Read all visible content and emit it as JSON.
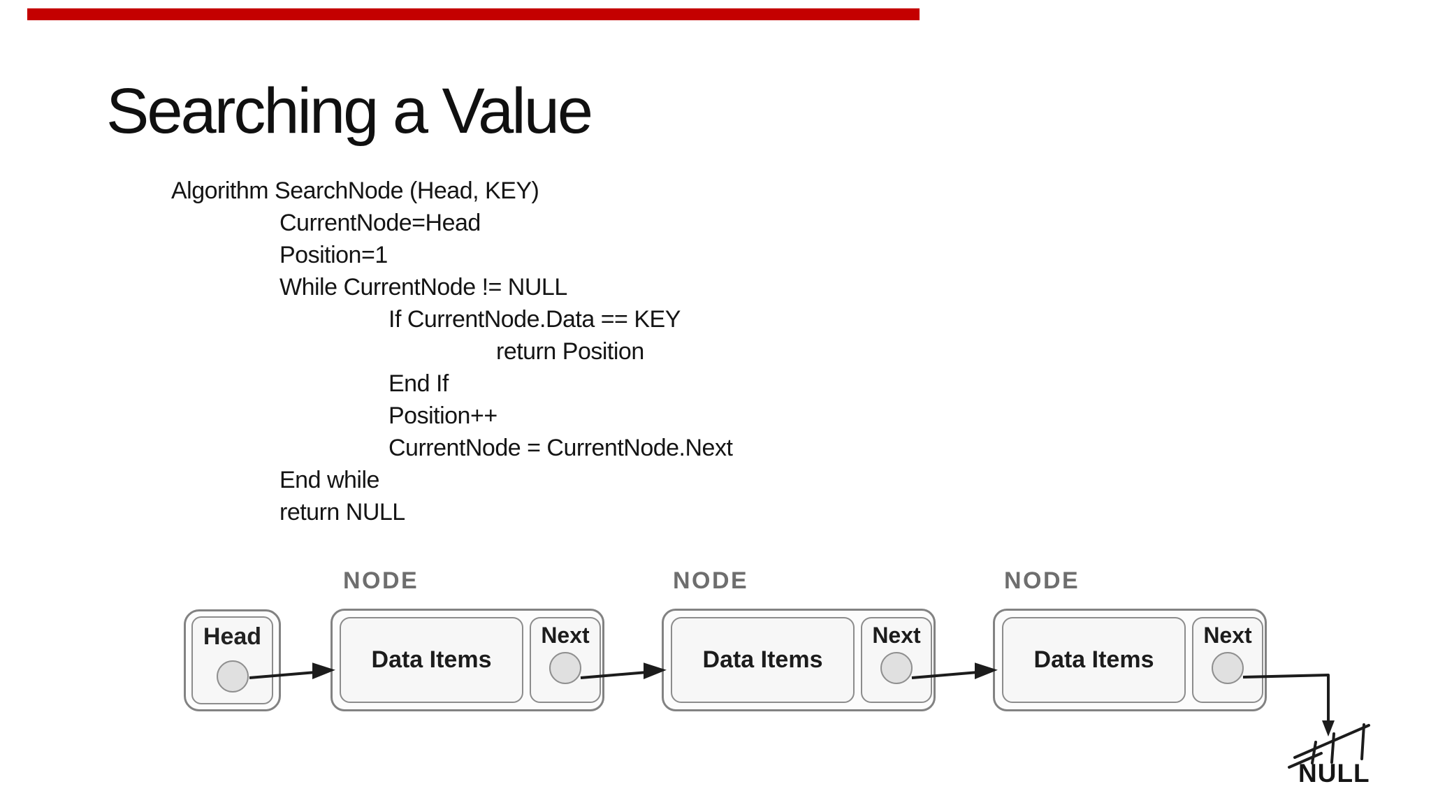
{
  "slide": {
    "accent_bar_color": "#c40000",
    "title": "Searching a Value",
    "pseudocode": [
      {
        "indent": 0,
        "text": "Algorithm SearchNode (Head, KEY)"
      },
      {
        "indent": 1,
        "text": "CurrentNode=Head"
      },
      {
        "indent": 1,
        "text": "Position=1"
      },
      {
        "indent": 1,
        "text": "While CurrentNode != NULL"
      },
      {
        "indent": 2,
        "text": "If CurrentNode.Data == KEY"
      },
      {
        "indent": 3,
        "text": "return Position"
      },
      {
        "indent": 2,
        "text": "End If"
      },
      {
        "indent": 2,
        "text": "Position++"
      },
      {
        "indent": 2,
        "text": "CurrentNode = CurrentNode.Next"
      },
      {
        "indent": 1,
        "text": "End while"
      },
      {
        "indent": 1,
        "text": "return NULL"
      }
    ]
  },
  "diagram": {
    "head": {
      "label": "Head"
    },
    "nodes": [
      {
        "caption": "NODE",
        "data_label": "Data Items",
        "next_label": "Next"
      },
      {
        "caption": "NODE",
        "data_label": "Data Items",
        "next_label": "Next"
      },
      {
        "caption": "NODE",
        "data_label": "Data Items",
        "next_label": "Next"
      }
    ],
    "null_label": "NULL",
    "line_color": "#1c1c1c",
    "border_color": "#828282"
  }
}
